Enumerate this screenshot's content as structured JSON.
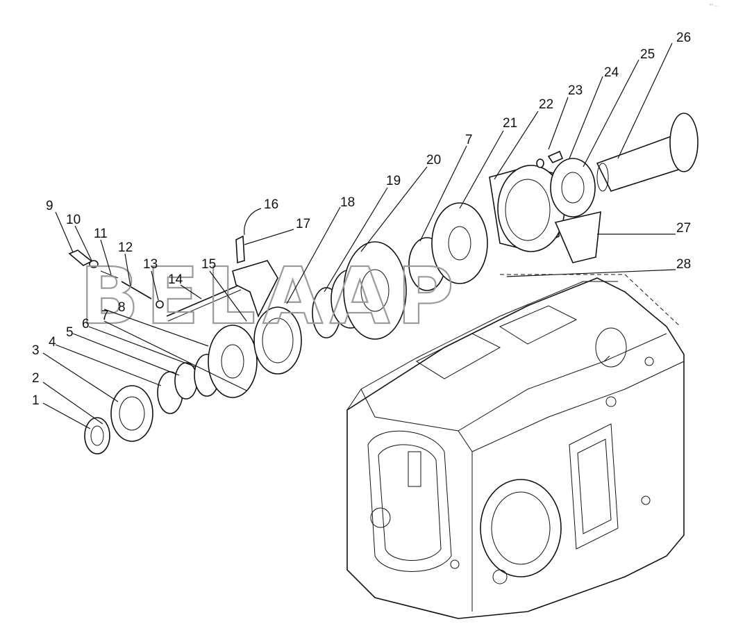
{
  "watermark": "BELAAP",
  "corner_mark": "°° ···",
  "callouts": [
    "1",
    "2",
    "3",
    "4",
    "5",
    "6",
    "7",
    "8",
    "9",
    "10",
    "11",
    "12",
    "13",
    "14",
    "15",
    "16",
    "17",
    "18",
    "19",
    "20",
    "7",
    "21",
    "22",
    "23",
    "24",
    "25",
    "26",
    "27",
    "28"
  ]
}
